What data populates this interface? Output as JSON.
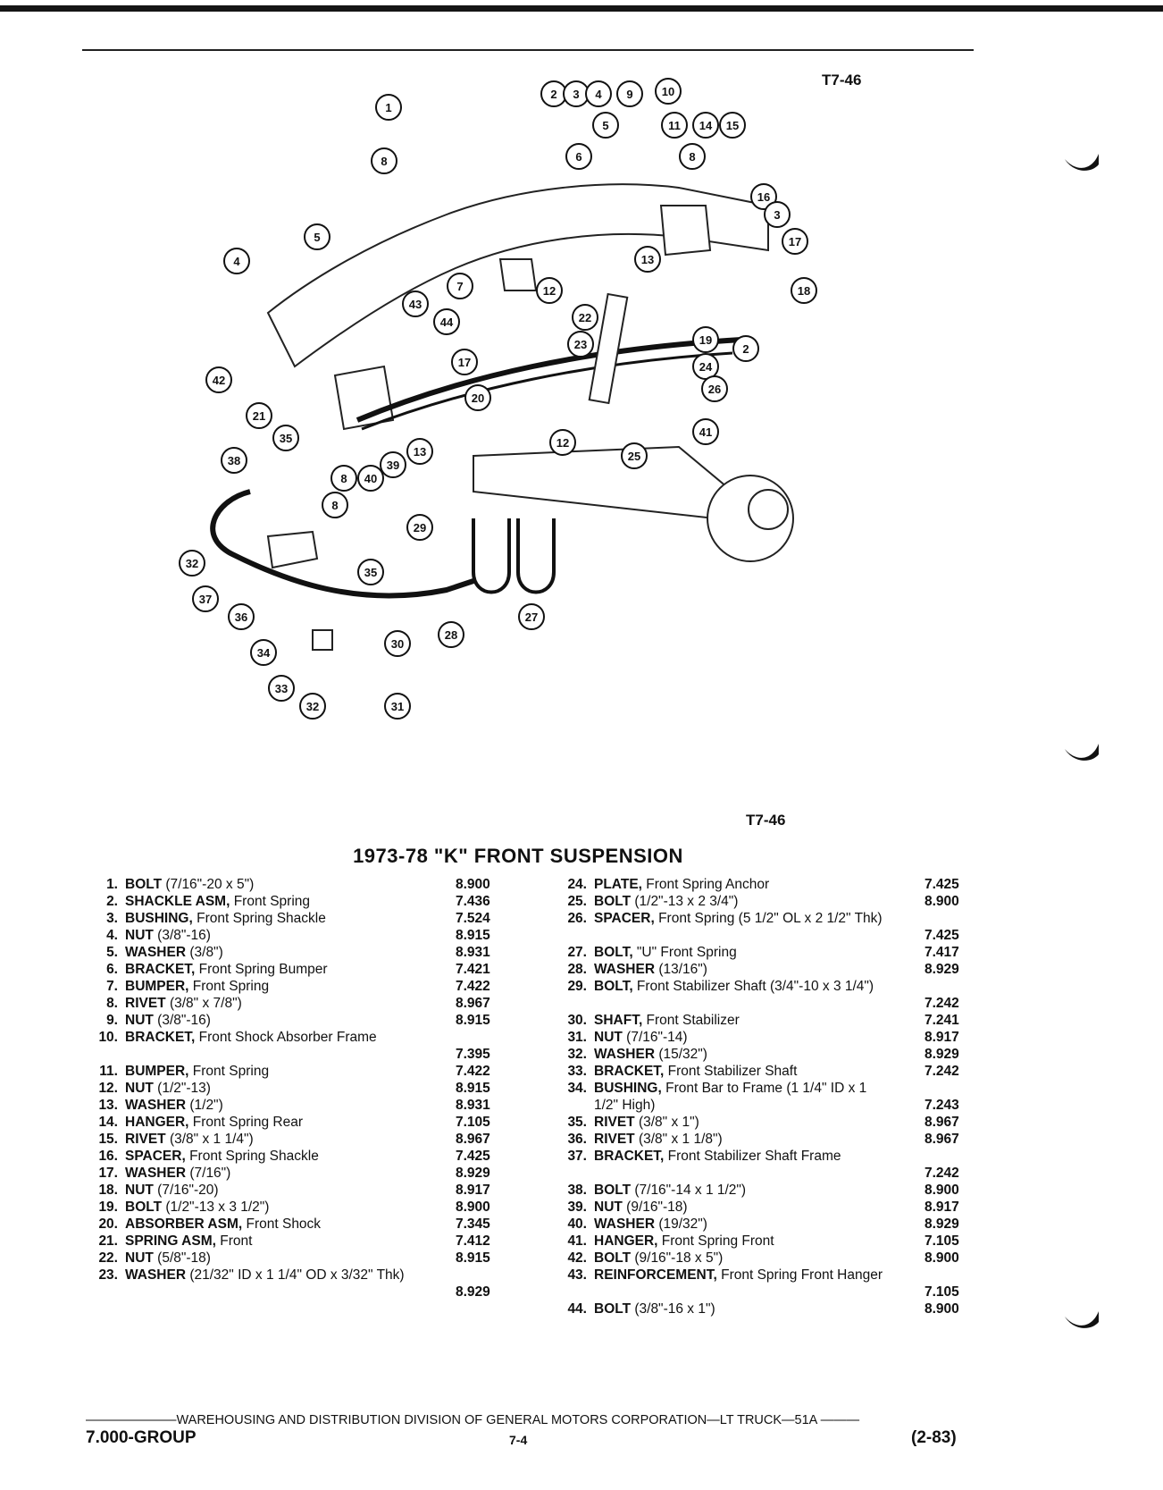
{
  "figure_code_top": "T7-46",
  "figure_code_bottom": "T7-46",
  "title": "1973-78 \"K\" FRONT SUSPENSION",
  "diagram": {
    "callouts": [
      "1",
      "2",
      "3",
      "4",
      "9",
      "10",
      "5",
      "6",
      "11",
      "14",
      "15",
      "8",
      "16",
      "3",
      "8",
      "5",
      "4",
      "17",
      "13",
      "7",
      "12",
      "18",
      "43",
      "44",
      "22",
      "23",
      "19",
      "2",
      "17",
      "24",
      "20",
      "42",
      "26",
      "21",
      "35",
      "41",
      "12",
      "25",
      "13",
      "8",
      "40",
      "39",
      "38",
      "8",
      "29",
      "32",
      "35",
      "37",
      "36",
      "28",
      "30",
      "27",
      "34",
      "33",
      "32",
      "31"
    ]
  },
  "left_items": [
    {
      "n": "1.",
      "name": "BOLT",
      "detail": " (7/16\"-20 x 5\")",
      "code": "8.900"
    },
    {
      "n": "2.",
      "name": "SHACKLE ASM,",
      "detail": " Front Spring",
      "code": "7.436"
    },
    {
      "n": "3.",
      "name": "BUSHING,",
      "detail": " Front Spring Shackle",
      "code": "7.524"
    },
    {
      "n": "4.",
      "name": "NUT",
      "detail": " (3/8\"-16)",
      "code": "8.915"
    },
    {
      "n": "5.",
      "name": "WASHER",
      "detail": " (3/8\")",
      "code": "8.931"
    },
    {
      "n": "6.",
      "name": "BRACKET,",
      "detail": " Front Spring Bumper",
      "code": "7.421"
    },
    {
      "n": "7.",
      "name": "BUMPER,",
      "detail": " Front Spring",
      "code": "7.422"
    },
    {
      "n": "8.",
      "name": "RIVET",
      "detail": " (3/8\" x 7/8\")",
      "code": "8.967"
    },
    {
      "n": "9.",
      "name": "NUT",
      "detail": " (3/8\"-16)",
      "code": "8.915"
    },
    {
      "n": "10.",
      "name": "BRACKET,",
      "detail": " Front Shock Absorber Frame",
      "code": "7.395",
      "tall": true
    },
    {
      "n": "11.",
      "name": "BUMPER,",
      "detail": " Front Spring",
      "code": "7.422"
    },
    {
      "n": "12.",
      "name": "NUT",
      "detail": " (1/2\"-13)",
      "code": "8.915"
    },
    {
      "n": "13.",
      "name": "WASHER",
      "detail": " (1/2\")",
      "code": "8.931"
    },
    {
      "n": "14.",
      "name": "HANGER,",
      "detail": " Front Spring Rear",
      "code": "7.105"
    },
    {
      "n": "15.",
      "name": "RIVET",
      "detail": " (3/8\" x 1 1/4\")",
      "code": "8.967"
    },
    {
      "n": "16.",
      "name": "SPACER,",
      "detail": " Front Spring Shackle",
      "code": "7.425"
    },
    {
      "n": "17.",
      "name": "WASHER",
      "detail": " (7/16\")",
      "code": "8.929"
    },
    {
      "n": "18.",
      "name": "NUT",
      "detail": " (7/16\"-20)",
      "code": "8.917"
    },
    {
      "n": "19.",
      "name": "BOLT",
      "detail": " (1/2\"-13 x 3 1/2\")",
      "code": "8.900"
    },
    {
      "n": "20.",
      "name": "ABSORBER ASM,",
      "detail": " Front Shock",
      "code": "7.345"
    },
    {
      "n": "21.",
      "name": "SPRING ASM,",
      "detail": " Front",
      "code": "7.412"
    },
    {
      "n": "22.",
      "name": "NUT",
      "detail": " (5/8\"-18)",
      "code": "8.915"
    },
    {
      "n": "23.",
      "name": "WASHER",
      "detail": " (21/32\" ID x 1 1/4\" OD x 3/32\" Thk)",
      "code": "8.929",
      "tall": true
    }
  ],
  "right_items": [
    {
      "n": "24.",
      "name": "PLATE,",
      "detail": " Front Spring Anchor",
      "code": "7.425"
    },
    {
      "n": "25.",
      "name": "BOLT",
      "detail": " (1/2\"-13 x 2 3/4\")",
      "code": "8.900"
    },
    {
      "n": "26.",
      "name": "SPACER,",
      "detail": " Front Spring (5 1/2\" OL x 2 1/2\" Thk)",
      "code": "7.425",
      "tall": true
    },
    {
      "n": "27.",
      "name": "BOLT,",
      "detail": " \"U\" Front Spring",
      "code": "7.417"
    },
    {
      "n": "28.",
      "name": "WASHER",
      "detail": " (13/16\")",
      "code": "8.929"
    },
    {
      "n": "29.",
      "name": "BOLT,",
      "detail": " Front Stabilizer Shaft (3/4\"-10 x 3 1/4\")",
      "code": "7.242",
      "tall": true
    },
    {
      "n": "30.",
      "name": "SHAFT,",
      "detail": " Front Stabilizer",
      "code": "7.241"
    },
    {
      "n": "31.",
      "name": "NUT",
      "detail": " (7/16\"-14)",
      "code": "8.917"
    },
    {
      "n": "32.",
      "name": "WASHER",
      "detail": " (15/32\")",
      "code": "8.929"
    },
    {
      "n": "33.",
      "name": "BRACKET,",
      "detail": " Front Stabilizer Shaft",
      "code": "7.242"
    },
    {
      "n": "34.",
      "name": "BUSHING,",
      "detail": " Front Bar to Frame (1 1/4\" ID x 1 1/2\" High)",
      "code": "7.243",
      "tall": true
    },
    {
      "n": "35.",
      "name": "RIVET",
      "detail": " (3/8\" x 1\")",
      "code": "8.967"
    },
    {
      "n": "36.",
      "name": "RIVET",
      "detail": " (3/8\" x 1 1/8\")",
      "code": "8.967"
    },
    {
      "n": "37.",
      "name": "BRACKET,",
      "detail": " Front Stabilizer Shaft Frame",
      "code": "7.242",
      "tall": true
    },
    {
      "n": "38.",
      "name": "BOLT",
      "detail": " (7/16\"-14 x 1 1/2\")",
      "code": "8.900"
    },
    {
      "n": "39.",
      "name": "NUT",
      "detail": " (9/16\"-18)",
      "code": "8.917"
    },
    {
      "n": "40.",
      "name": "WASHER",
      "detail": " (19/32\")",
      "code": "8.929"
    },
    {
      "n": "41.",
      "name": "HANGER,",
      "detail": " Front Spring Front",
      "code": "7.105"
    },
    {
      "n": "42.",
      "name": "BOLT",
      "detail": " (9/16\"-18 x 5\")",
      "code": "8.900"
    },
    {
      "n": "43.",
      "name": "REINFORCEMENT,",
      "detail": " Front Spring Front Hanger",
      "code": "7.105",
      "tall": true
    },
    {
      "n": "44.",
      "name": "BOLT",
      "detail": " (3/8\"-16 x 1\")",
      "code": "8.900"
    }
  ],
  "footer": {
    "line": "———————WAREHOUSING AND DISTRIBUTION  DIVISION OF GENERAL MOTORS CORPORATION—LT TRUCK—51A  ———",
    "group": "7.000-GROUP",
    "page": "7-4",
    "date": "(2-83)"
  }
}
